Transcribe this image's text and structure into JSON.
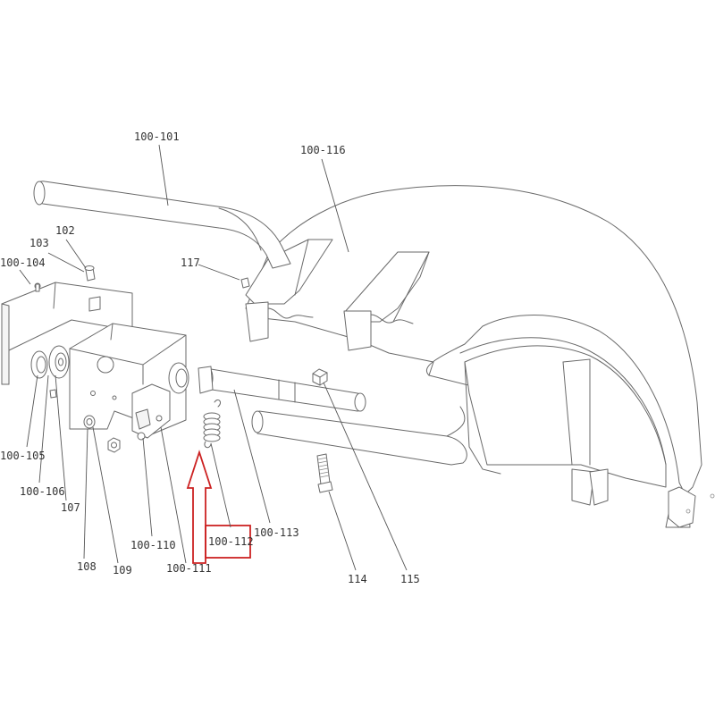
{
  "callouts": [
    {
      "id": "c-100-101",
      "label": "100-101"
    },
    {
      "id": "c-100-116",
      "label": "100-116"
    },
    {
      "id": "c-102",
      "label": "102"
    },
    {
      "id": "c-103",
      "label": "103"
    },
    {
      "id": "c-100-104",
      "label": "100-104"
    },
    {
      "id": "c-117",
      "label": "117"
    },
    {
      "id": "c-100-105",
      "label": "100-105"
    },
    {
      "id": "c-100-106",
      "label": "100-106"
    },
    {
      "id": "c-107",
      "label": "107"
    },
    {
      "id": "c-108",
      "label": "108"
    },
    {
      "id": "c-109",
      "label": "109"
    },
    {
      "id": "c-100-110",
      "label": "100-110"
    },
    {
      "id": "c-100-111",
      "label": "100-111"
    },
    {
      "id": "c-100-112",
      "label": "100-112"
    },
    {
      "id": "c-100-113",
      "label": "100-113"
    },
    {
      "id": "c-114",
      "label": "114"
    },
    {
      "id": "c-115",
      "label": "115"
    }
  ],
  "highlight": {
    "part": "100-112",
    "color": "#cc2222",
    "arrow": "up-arrow-icon"
  },
  "colors": {
    "line": "#6a6a6a",
    "text": "#333333"
  }
}
